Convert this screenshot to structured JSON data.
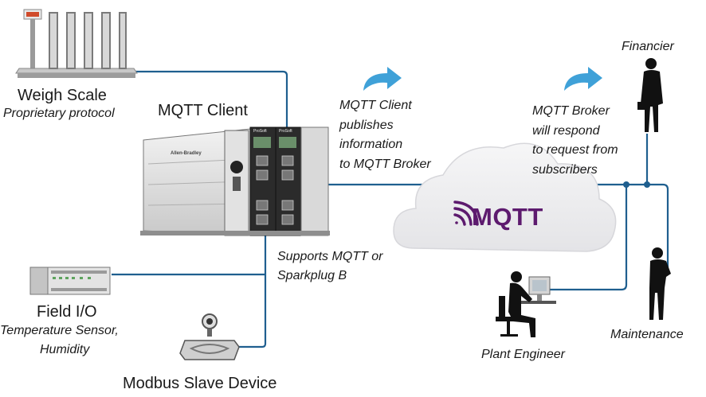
{
  "labels": {
    "weigh_scale_title": "Weigh Scale",
    "weigh_scale_sub": "Proprietary protocol",
    "mqtt_client_title": "MQTT Client",
    "field_io_title": "Field I/O",
    "field_io_sub_1": "Temperature Sensor,",
    "field_io_sub_2": "Humidity",
    "modbus_title": "Modbus Slave Device",
    "supports_1": "Supports MQTT or",
    "supports_2": "Sparkplug B",
    "publish_1": "MQTT Client",
    "publish_2": "publishes",
    "publish_3": "information",
    "publish_4": "to MQTT Broker",
    "broker_1": "MQTT Broker",
    "broker_2": "will respond",
    "broker_3": "to request from",
    "broker_4": "subscribers",
    "financier": "Financier",
    "maintenance": "Maintenance",
    "plant_engineer": "Plant Engineer",
    "mqtt_logo": "MQTT",
    "plc_brand": "Allen-Bradley",
    "module_brand_1": "ProSoft",
    "module_brand_2": "ProSoft"
  },
  "colors": {
    "line": "#1f5f8f",
    "arrow": "#3fa1d8",
    "mqtt_purple": "#5d1a6e",
    "cloud": "#eeeeef",
    "cloud_edge": "#d7d7db"
  },
  "icons": [
    "weigh-scale-icon",
    "plc-icon",
    "io-module-icon",
    "flow-meter-icon",
    "cloud-icon",
    "person-financier-icon",
    "person-maintenance-icon",
    "engineer-workstation-icon",
    "curved-arrow-icon"
  ]
}
